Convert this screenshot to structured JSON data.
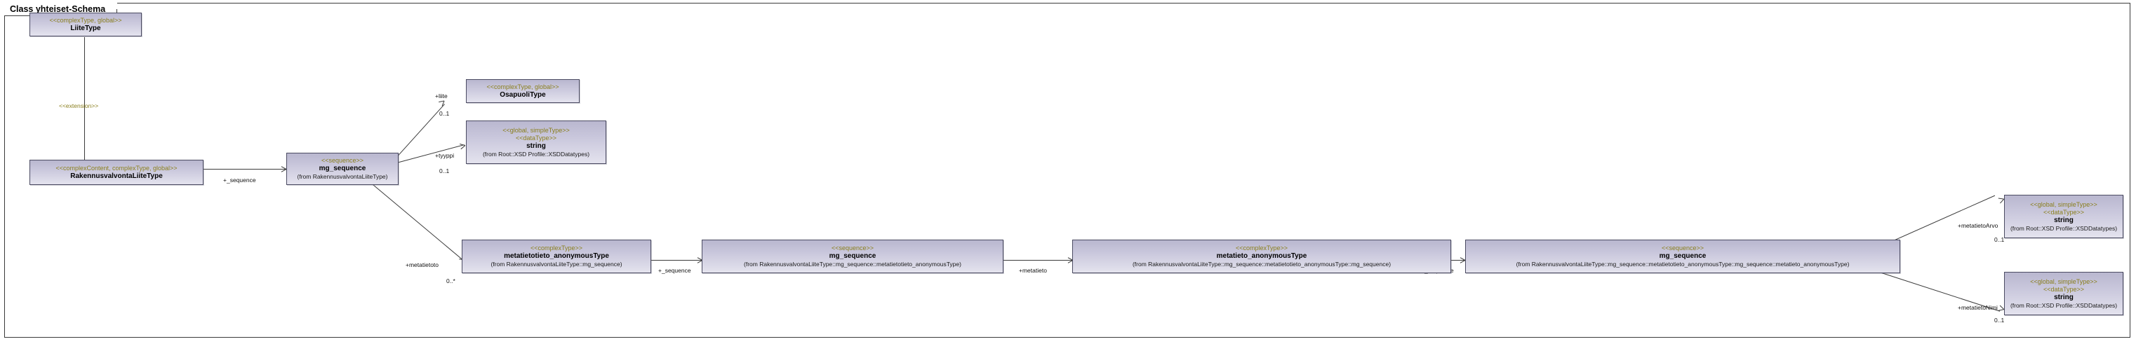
{
  "frame": {
    "label": "Class yhteiset-Schema"
  },
  "nodes": {
    "liiteType": {
      "stereotype": "<<complexType, global>>",
      "name": "LiiteType",
      "from": ""
    },
    "rakennusvalvontaLiiteType": {
      "stereotype": "<<complexContent, complexType, global>>",
      "name": "RakennusvalvontaLiiteType",
      "from": ""
    },
    "mgSequence1": {
      "stereotype": "<<sequence>>",
      "name": "mg_sequence",
      "from": "(from RakennusvalvontaLiiteType)"
    },
    "osapuoliType": {
      "stereotype": "<<complexType, global>>",
      "name": "OsapuoliType",
      "from": ""
    },
    "stringTop": {
      "stereotype": "<<global, simpleType>>",
      "stereotype2": "<<dataType>>",
      "name": "string",
      "from": "(from Root::XSD Profile::XSDDatatypes)"
    },
    "metatietotietoAnon": {
      "stereotype": "<<complexType>>",
      "name": "metatietotieto_anonymousType",
      "from": "(from RakennusvalvontaLiiteType::mg_sequence)"
    },
    "mgSequence2": {
      "stereotype": "<<sequence>>",
      "name": "mg_sequence",
      "from": "(from RakennusvalvontaLiiteType::mg_sequence::metatietotieto_anonymousType)"
    },
    "metatietoAnon": {
      "stereotype": "<<complexType>>",
      "name": "metatieto_anonymousType",
      "from": "(from RakennusvalvontaLiiteType::mg_sequence::metatietotieto_anonymousType::mg_sequence)"
    },
    "mgSequence3": {
      "stereotype": "<<sequence>>",
      "name": "mg_sequence",
      "from": "(from RakennusvalvontaLiiteType::mg_sequence::metatietotieto_anonymousType::mg_sequence::metatieto_anonymousType)"
    },
    "stringArvo": {
      "stereotype": "<<global, simpleType>>",
      "stereotype2": "<<dataType>>",
      "name": "string",
      "from": "(from Root::XSD Profile::XSDDatatypes)"
    },
    "stringNimi": {
      "stereotype": "<<global, simpleType>>",
      "stereotype2": "<<dataType>>",
      "name": "string",
      "from": "(from Root::XSD Profile::XSDDatatypes)"
    }
  },
  "edges": {
    "extension": {
      "label": "<<extension>>"
    },
    "seq1": {
      "label": "+_sequence"
    },
    "liite": {
      "role": "+liite",
      "mult": "0..1"
    },
    "tyyppi": {
      "role": "+tyyppi",
      "mult": "0..1"
    },
    "metatietoto": {
      "role": "+metatietoto",
      "mult": "0..*"
    },
    "seq2": {
      "label": "+_sequence"
    },
    "metatieto": {
      "role": "+metatieto",
      "mult": ""
    },
    "seq3": {
      "label": "+_sequence"
    },
    "metatietoArvo": {
      "role": "+metatietoArvo",
      "mult": "0..1"
    },
    "metatietoNimi": {
      "role": "+metatietoNimi",
      "mult": "0..1"
    }
  }
}
